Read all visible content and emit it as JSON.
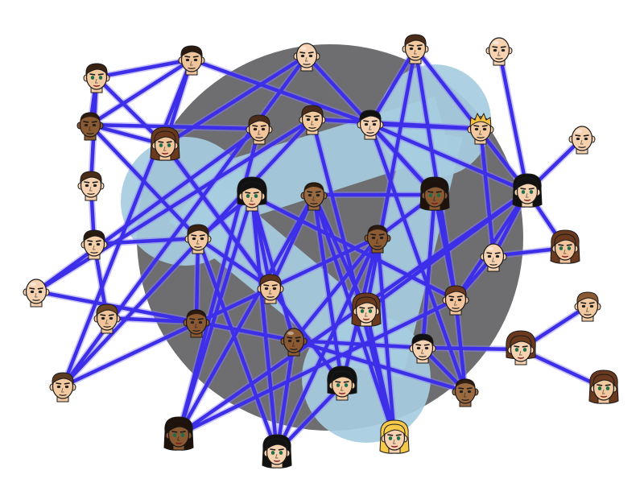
{
  "colors": {
    "background": "#ffffff",
    "badge_circle": "#6e6e70",
    "badge_circle_dark": "#5a5a5c",
    "badge_shape": "#a6cde0",
    "edge": "#3d2ee8",
    "edge_halo": "#8c80ff",
    "outline": "#1a1a1a"
  },
  "icons": {
    "badge": "social-network-logo-icon",
    "node": "person-avatar-icon"
  },
  "people": [
    {
      "id": "p1",
      "skin": "#f3c9a0",
      "hair": "#3b2313",
      "style": "short",
      "gender": "f"
    },
    {
      "id": "p2",
      "skin": "#f0c49a",
      "hair": "#2b1a10",
      "style": "short",
      "gender": "m"
    },
    {
      "id": "p3",
      "skin": "#8b5a32",
      "hair": "#1e120a",
      "style": "buzz",
      "gender": "m"
    },
    {
      "id": "p4",
      "skin": "#f6d2b0",
      "hair": "#4a2c18",
      "style": "short",
      "gender": "m"
    },
    {
      "id": "p5",
      "skin": "#f5cfa8",
      "hair": "#2a1a10",
      "style": "short",
      "gender": "m"
    },
    {
      "id": "p6",
      "skin": "#f2c59c",
      "hair": "#6b3a1e",
      "style": "long",
      "gender": "f"
    },
    {
      "id": "p7",
      "skin": "#f2c8a0",
      "hair": "#3a2213",
      "style": "short",
      "gender": "m"
    },
    {
      "id": "p8",
      "skin": "#f0c39a",
      "hair": "#6b4422",
      "style": "short",
      "gender": "m"
    },
    {
      "id": "p9",
      "skin": "#8b5a32",
      "hair": "#1e120a",
      "style": "buzz",
      "gender": "m"
    },
    {
      "id": "p10",
      "skin": "#f6d2b0",
      "hair": "#f6d2b0",
      "style": "bald",
      "gender": "m"
    },
    {
      "id": "p11",
      "skin": "#f3c9a0",
      "hair": "#5a3a20",
      "style": "short",
      "gender": "m"
    },
    {
      "id": "p12",
      "skin": "#8b5a32",
      "hair": "#1e120a",
      "style": "long",
      "gender": "f"
    },
    {
      "id": "p13",
      "skin": "#f6d2b0",
      "hair": "#111111",
      "style": "long",
      "gender": "f"
    },
    {
      "id": "p14",
      "skin": "#f2c59c",
      "hair": "#5c351c",
      "style": "short",
      "gender": "m"
    },
    {
      "id": "p15",
      "skin": "#f3c9a0",
      "hair": "#111111",
      "style": "bob",
      "gender": "f"
    },
    {
      "id": "p16",
      "skin": "#8b5a32",
      "hair": "#8b5a32",
      "style": "bald",
      "gender": "m"
    },
    {
      "id": "p17",
      "skin": "#f6d2b0",
      "hair": "#6b3a1e",
      "style": "long",
      "gender": "f"
    },
    {
      "id": "p18",
      "skin": "#9b6a40",
      "hair": "#1e120a",
      "style": "buzz",
      "gender": "m"
    },
    {
      "id": "p19",
      "skin": "#8b5a32",
      "hair": "#1e120a",
      "style": "buzz",
      "gender": "m"
    },
    {
      "id": "p20",
      "skin": "#f6d2b0",
      "hair": "#111111",
      "style": "short",
      "gender": "m"
    },
    {
      "id": "p21",
      "skin": "#f3c9a0",
      "hair": "#111111",
      "style": "bob",
      "gender": "f"
    },
    {
      "id": "p22",
      "skin": "#f6d2b0",
      "hair": "#f7c948",
      "style": "long",
      "gender": "f"
    },
    {
      "id": "p23",
      "skin": "#9b6a40",
      "hair": "#1e120a",
      "style": "buzz",
      "gender": "m"
    },
    {
      "id": "p24",
      "skin": "#f2c59c",
      "hair": "#6b3a1e",
      "style": "short",
      "gender": "m"
    },
    {
      "id": "p25",
      "skin": "#f6d2b0",
      "hair": "#6b3a1e",
      "style": "bob",
      "gender": "f"
    },
    {
      "id": "p26",
      "skin": "#f2c59c",
      "hair": "#4a2c18",
      "style": "short",
      "gender": "m"
    },
    {
      "id": "p27",
      "skin": "#f3c9a0",
      "hair": "#4a2c18",
      "style": "short",
      "gender": "m"
    },
    {
      "id": "p28",
      "skin": "#f6d2b0",
      "hair": "#f6d2b0",
      "style": "bald",
      "gender": "m"
    },
    {
      "id": "p29",
      "skin": "#8b5a32",
      "hair": "#1e120a",
      "style": "long",
      "gender": "f"
    },
    {
      "id": "p30",
      "skin": "#f3c9a0",
      "hair": "#8b5a32",
      "style": "short",
      "gender": "m"
    },
    {
      "id": "p31",
      "skin": "#f6d2b0",
      "hair": "#111111",
      "style": "short",
      "gender": "m"
    },
    {
      "id": "p32",
      "skin": "#f3c9a0",
      "hair": "#4a2c18",
      "style": "short",
      "gender": "m"
    },
    {
      "id": "p33",
      "skin": "#f6d2b0",
      "hair": "#111111",
      "style": "long",
      "gender": "f"
    },
    {
      "id": "p34",
      "skin": "#f6d2b0",
      "hair": "#f6d2b0",
      "style": "bald",
      "gender": "m"
    },
    {
      "id": "p35",
      "skin": "#f3c9a0",
      "hair": "#f6c040",
      "style": "spiky",
      "gender": "m"
    },
    {
      "id": "p36",
      "skin": "#f6d2b0",
      "hair": "#f6d2b0",
      "style": "bald",
      "gender": "m"
    },
    {
      "id": "p37",
      "skin": "#f2c59c",
      "hair": "#6b3a1e",
      "style": "long",
      "gender": "f"
    },
    {
      "id": "p38",
      "skin": "#f6d2b0",
      "hair": "#f6d2b0",
      "style": "bald",
      "gender": "m"
    },
    {
      "id": "p39",
      "skin": "#f3c9a0",
      "hair": "#6b3a1e",
      "style": "long",
      "gender": "f"
    }
  ],
  "connections": [
    [
      "p1",
      "p2"
    ],
    [
      "p1",
      "p3"
    ],
    [
      "p1",
      "p4"
    ],
    [
      "p1",
      "p6"
    ],
    [
      "p2",
      "p3"
    ],
    [
      "p2",
      "p6"
    ],
    [
      "p2",
      "p11"
    ],
    [
      "p2",
      "p31"
    ],
    [
      "p3",
      "p6"
    ],
    [
      "p3",
      "p7"
    ],
    [
      "p3",
      "p26"
    ],
    [
      "p4",
      "p5"
    ],
    [
      "p5",
      "p7"
    ],
    [
      "p5",
      "p8"
    ],
    [
      "p6",
      "p14"
    ],
    [
      "p6",
      "p21"
    ],
    [
      "p6",
      "p28"
    ],
    [
      "p7",
      "p9"
    ],
    [
      "p7",
      "p13"
    ],
    [
      "p7",
      "p14"
    ],
    [
      "p7",
      "p15"
    ],
    [
      "p8",
      "p9"
    ],
    [
      "p10",
      "p16"
    ],
    [
      "p10",
      "p26"
    ],
    [
      "p11",
      "p14"
    ],
    [
      "p11",
      "p27"
    ],
    [
      "p11",
      "p28"
    ],
    [
      "p12",
      "p15"
    ],
    [
      "p12",
      "p18"
    ],
    [
      "p12",
      "p24"
    ],
    [
      "p12",
      "p26"
    ],
    [
      "p12",
      "p33"
    ],
    [
      "p13",
      "p15"
    ],
    [
      "p13",
      "p16"
    ],
    [
      "p13",
      "p21"
    ],
    [
      "p13",
      "p19"
    ],
    [
      "p14",
      "p15"
    ],
    [
      "p14",
      "p18"
    ],
    [
      "p14",
      "p19"
    ],
    [
      "p15",
      "p16"
    ],
    [
      "p15",
      "p24"
    ],
    [
      "p16",
      "p23"
    ],
    [
      "p16",
      "p20"
    ],
    [
      "p16",
      "p19"
    ],
    [
      "p17",
      "p18"
    ],
    [
      "p17",
      "p22"
    ],
    [
      "p17",
      "p32"
    ],
    [
      "p17",
      "p33"
    ],
    [
      "p18",
      "p21"
    ],
    [
      "p18",
      "p22"
    ],
    [
      "p18",
      "p29"
    ],
    [
      "p19",
      "p21"
    ],
    [
      "p19",
      "p22"
    ],
    [
      "p19",
      "p29"
    ],
    [
      "p20",
      "p29"
    ],
    [
      "p20",
      "p23"
    ],
    [
      "p20",
      "p25"
    ],
    [
      "p22",
      "p27"
    ],
    [
      "p23",
      "p24"
    ],
    [
      "p23",
      "p31"
    ],
    [
      "p24",
      "p29"
    ],
    [
      "p24",
      "p33"
    ],
    [
      "p24",
      "p32"
    ],
    [
      "p25",
      "p30"
    ],
    [
      "p27",
      "p35"
    ],
    [
      "p27",
      "p10"
    ],
    [
      "p28",
      "p29"
    ],
    [
      "p31",
      "p32"
    ],
    [
      "p31",
      "p33"
    ],
    [
      "p31",
      "p29"
    ],
    [
      "p31",
      "p35"
    ],
    [
      "p32",
      "p33"
    ],
    [
      "p33",
      "p34"
    ],
    [
      "p33",
      "p36"
    ],
    [
      "p33",
      "p37"
    ],
    [
      "p33",
      "p38"
    ],
    [
      "p34",
      "p33"
    ],
    [
      "p35",
      "p36"
    ],
    [
      "p36",
      "p37"
    ],
    [
      "p36",
      "p24"
    ],
    [
      "p37",
      "p33"
    ],
    [
      "p38",
      "p33"
    ],
    [
      "p39",
      "p25"
    ]
  ]
}
